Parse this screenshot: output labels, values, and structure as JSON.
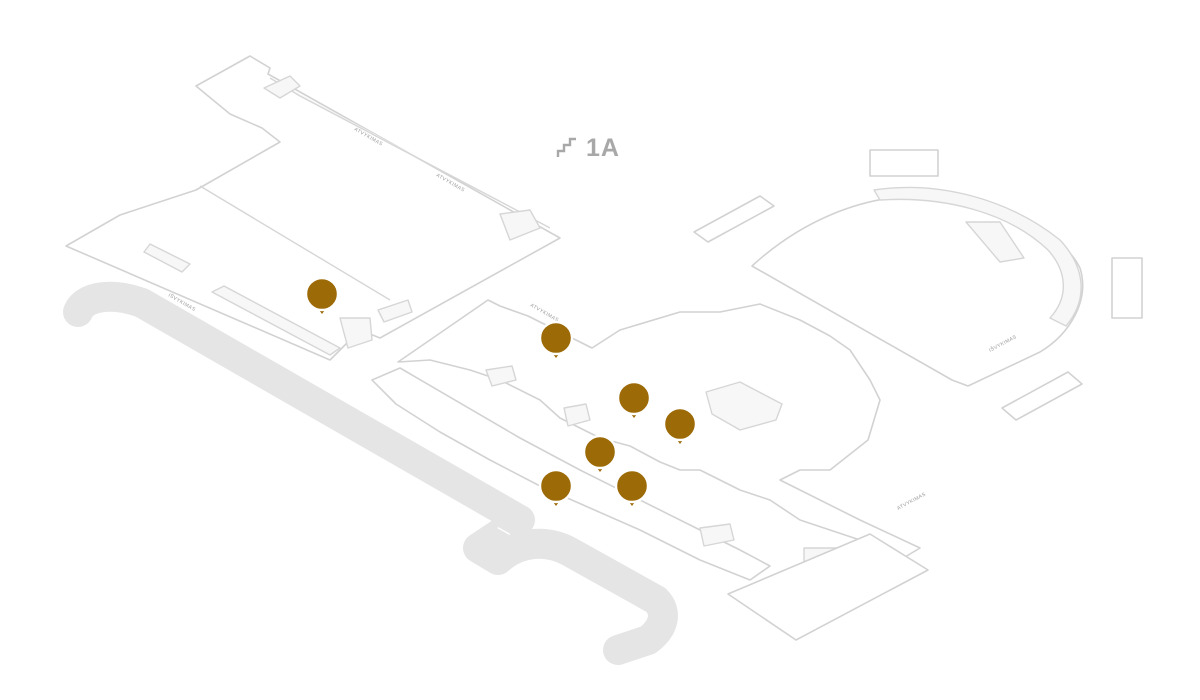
{
  "floor": {
    "label": "1A",
    "icon": "stairs-icon"
  },
  "labels": [
    "ATVYKIMAS",
    "IŠVYKIMAS",
    "ATVYKIMAS",
    "IŠVYKIMAS",
    "ATVYKIMAS",
    "ATVYKIMAS"
  ],
  "colors": {
    "pin": "#9c6a06",
    "walls": "#d2d2d2",
    "road": "#e5e5e5"
  }
}
